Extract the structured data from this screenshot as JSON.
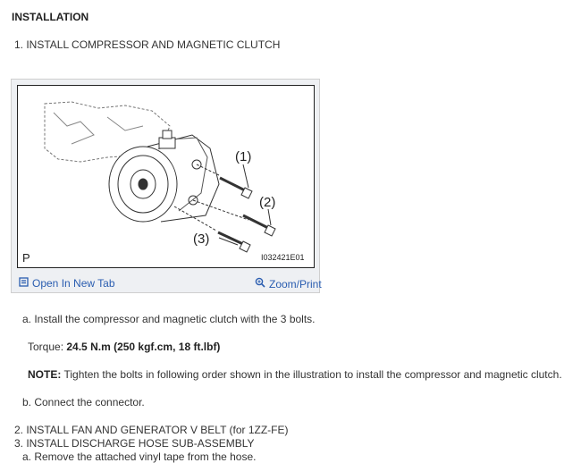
{
  "section_title": "INSTALLATION",
  "steps": {
    "s1": "1. INSTALL COMPRESSOR AND MAGNETIC CLUTCH",
    "s2": "2. INSTALL FAN AND GENERATOR V BELT (for 1ZZ-FE)",
    "s3": "3. INSTALL DISCHARGE HOSE SUB-ASSEMBLY"
  },
  "figure": {
    "callout_1": "(1)",
    "callout_2": "(2)",
    "callout_3": "(3)",
    "corner_letter": "P",
    "code": "I032421E01",
    "open_tab_label": "Open In New Tab",
    "zoom_label": "Zoom/Print"
  },
  "substeps": {
    "a": "a. Install the compressor and magnetic clutch with the 3 bolts.",
    "torque_label": "Torque:",
    "torque_value": "24.5 N.m (250 kgf.cm, 18 ft.lbf)",
    "note_label": "NOTE:",
    "note_text": "Tighten the bolts in following order shown in the illustration to install the compressor and magnetic clutch.",
    "b": "b. Connect the connector.",
    "a3": "a. Remove the attached vinyl tape from the hose."
  },
  "colors": {
    "link": "#2a5db0",
    "text": "#333333"
  },
  "icons": {
    "open_tab": "open-tab-icon",
    "zoom": "magnifier-icon"
  }
}
